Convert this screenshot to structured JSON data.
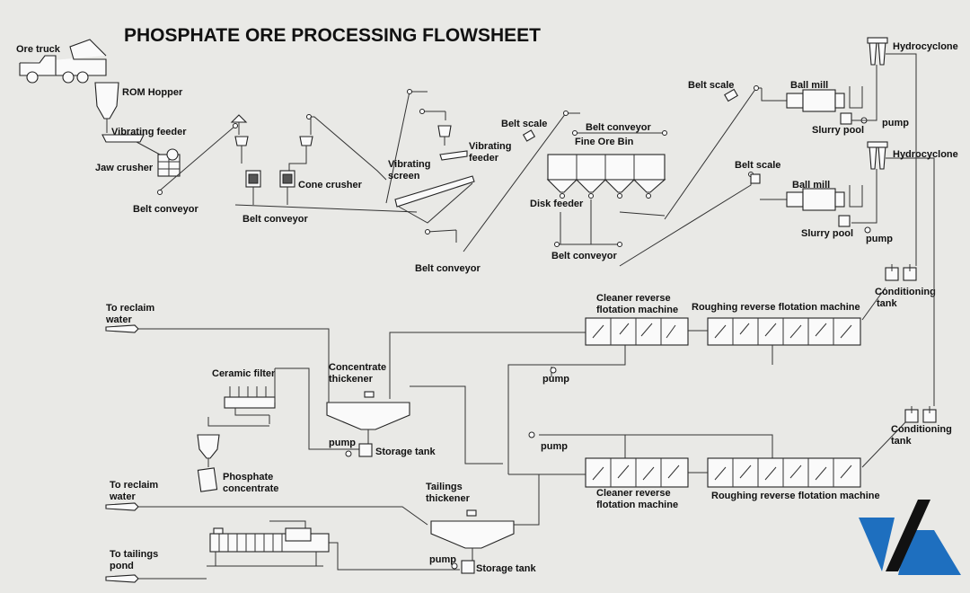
{
  "title": "PHOSPHATE ORE PROCESSING FLOWSHEET",
  "labels": {
    "ore_truck": "Ore truck",
    "rom_hopper": "ROM Hopper",
    "vibrating_feeder_1": "Vibrating feeder",
    "jaw_crusher": "Jaw crusher",
    "belt_conveyor_1": "Belt conveyor",
    "cone_crusher": "Cone crusher",
    "belt_conveyor_2": "Belt conveyor",
    "vibrating_screen_1": "Vibrating",
    "vibrating_screen_2": "screen",
    "vibrating_feeder_2a": "Vibrating",
    "vibrating_feeder_2b": "feeder",
    "belt_conveyor_3": "Belt conveyor",
    "belt_scale_1": "Belt scale",
    "belt_conveyor_4": "Belt conveyor",
    "fine_ore_bin": "Fine Ore Bin",
    "disk_feeder": "Disk feeder",
    "belt_conveyor_5": "Belt conveyor",
    "belt_scale_2": "Belt scale",
    "ball_mill_1": "Ball mill",
    "slurry_pool_1": "Slurry pool",
    "pump_1": "pump",
    "hydrocyclone_1": "Hydrocyclone",
    "belt_scale_3": "Belt scale",
    "ball_mill_2": "Ball mill",
    "slurry_pool_2": "Slurry pool",
    "pump_2": "pump",
    "hydrocyclone_2": "Hydrocyclone",
    "conditioning_tank_1a": "Conditioning",
    "conditioning_tank_1b": "tank",
    "to_reclaim_water_1a": "To reclaim",
    "to_reclaim_water_1b": "water",
    "cleaner_1a": "Cleaner reverse",
    "cleaner_1b": "flotation machine",
    "roughing_1": "Roughing reverse flotation machine",
    "ceramic_filter": "Ceramic filter",
    "concentrate_thickener_1": "Concentrate",
    "concentrate_thickener_2": "thickener",
    "pump_3": "pump",
    "pump_4": "pump",
    "storage_tank_1": "Storage tank",
    "phosphate_concentrate_1": "Phosphate",
    "phosphate_concentrate_2": "concentrate",
    "pump_5": "pump",
    "conditioning_tank_2a": "Conditioning",
    "conditioning_tank_2b": "tank",
    "cleaner_2a": "Cleaner reverse",
    "cleaner_2b": "flotation machine",
    "roughing_2": "Roughing reverse flotation machine",
    "to_reclaim_water_2a": "To reclaim",
    "to_reclaim_water_2b": "water",
    "tailings_thickener_1": "Tailings",
    "tailings_thickener_2": "thickener",
    "to_tailings_pond_1": "To tailings",
    "to_tailings_pond_2": "pond",
    "pump_6": "pump",
    "storage_tank_2": "Storage tank"
  },
  "colors": {
    "background": "#e9e9e6",
    "line": "#333333",
    "logo_blue": "#1e6fbf",
    "logo_black": "#111111"
  },
  "icons": {
    "logo": "company-logo"
  }
}
